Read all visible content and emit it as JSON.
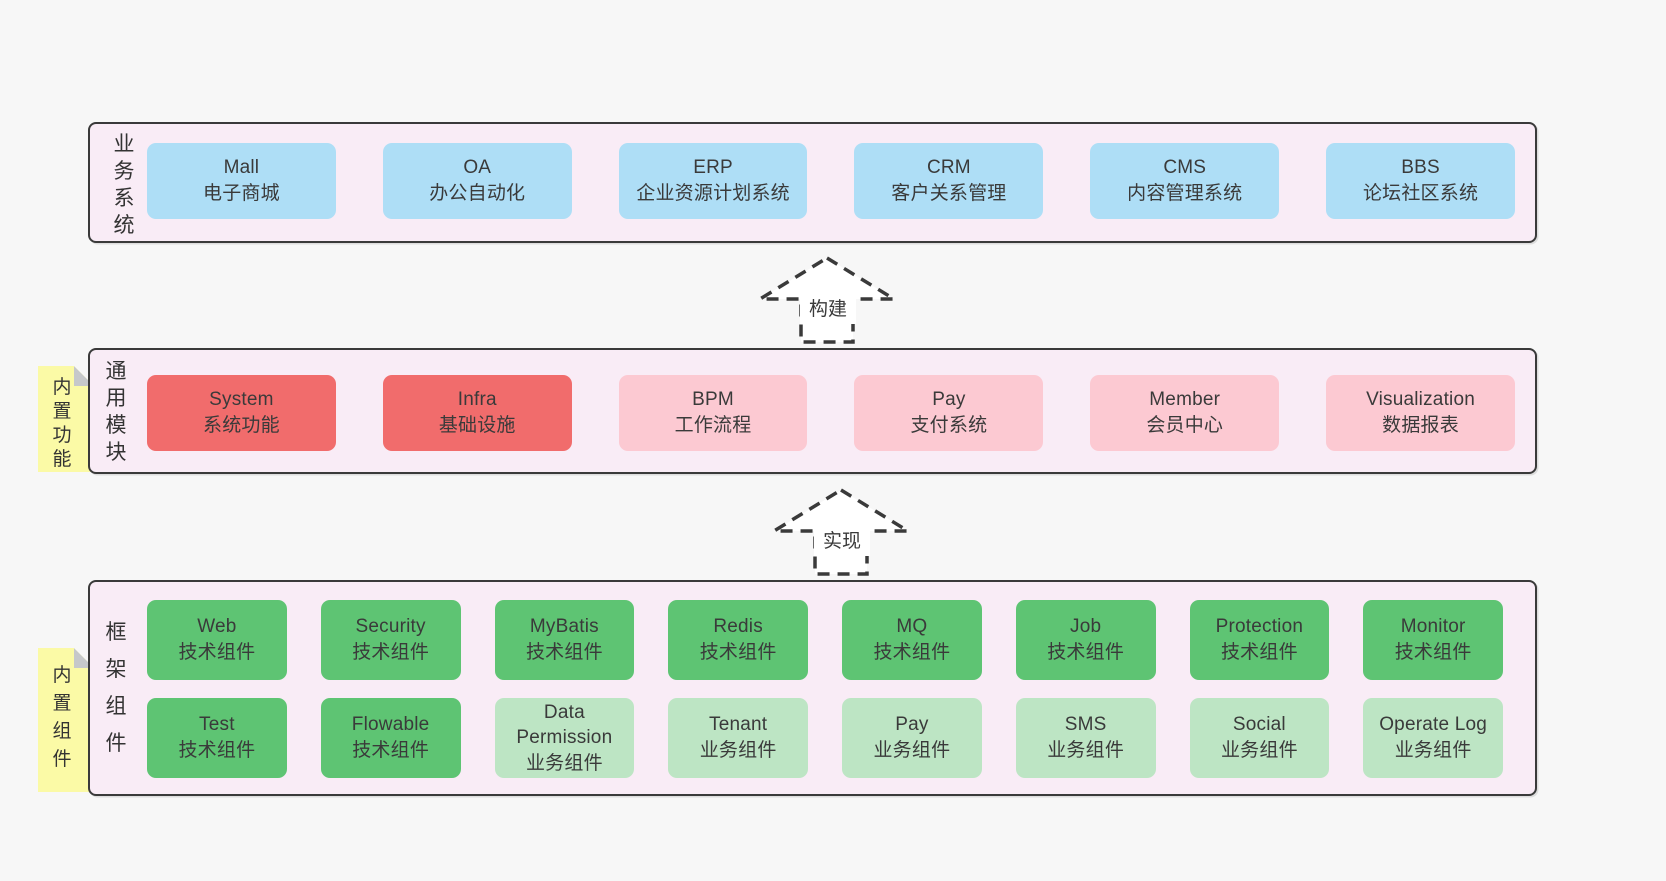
{
  "colors": {
    "page_bg": "#f7f7f7",
    "container_bg": "#f9ecf6",
    "container_border": "#3a3a3a",
    "blue_box": "#aedef6",
    "red_box": "#f16c6c",
    "pink_box": "#fcc9d2",
    "green_box": "#5ec473",
    "light_green_box": "#bde5c4",
    "note_yellow": "#fbfaa6",
    "fold_gray": "#c6c8ca",
    "text": "#3a3a3a"
  },
  "business": {
    "label": "业务系统",
    "boxes": [
      {
        "en": "Mall",
        "zh": "电子商城",
        "variant": "blue"
      },
      {
        "en": "OA",
        "zh": "办公自动化",
        "variant": "blue"
      },
      {
        "en": "ERP",
        "zh": "企业资源计划系统",
        "variant": "blue"
      },
      {
        "en": "CRM",
        "zh": "客户关系管理",
        "variant": "blue"
      },
      {
        "en": "CMS",
        "zh": "内容管理系统",
        "variant": "blue"
      },
      {
        "en": "BBS",
        "zh": "论坛社区系统",
        "variant": "blue"
      }
    ]
  },
  "arrow_build": {
    "label": "构建"
  },
  "modules": {
    "note": "内置功能",
    "label": "通用模块",
    "boxes": [
      {
        "en": "System",
        "zh": "系统功能",
        "variant": "red"
      },
      {
        "en": "Infra",
        "zh": "基础设施",
        "variant": "red"
      },
      {
        "en": "BPM",
        "zh": "工作流程",
        "variant": "pink"
      },
      {
        "en": "Pay",
        "zh": "支付系统",
        "variant": "pink"
      },
      {
        "en": "Member",
        "zh": "会员中心",
        "variant": "pink"
      },
      {
        "en": "Visualization",
        "zh": "数据报表",
        "variant": "pink"
      }
    ]
  },
  "arrow_implement": {
    "label": "实现"
  },
  "components": {
    "note": "内置组件",
    "label": "框架组件",
    "row1": [
      {
        "en": "Web",
        "zh": "技术组件",
        "variant": "green"
      },
      {
        "en": "Security",
        "zh": "技术组件",
        "variant": "green"
      },
      {
        "en": "MyBatis",
        "zh": "技术组件",
        "variant": "green"
      },
      {
        "en": "Redis",
        "zh": "技术组件",
        "variant": "green"
      },
      {
        "en": "MQ",
        "zh": "技术组件",
        "variant": "green"
      },
      {
        "en": "Job",
        "zh": "技术组件",
        "variant": "green"
      },
      {
        "en": "Protection",
        "zh": "技术组件",
        "variant": "green"
      },
      {
        "en": "Monitor",
        "zh": "技术组件",
        "variant": "green"
      }
    ],
    "row2": [
      {
        "en": "Test",
        "zh": "技术组件",
        "variant": "green"
      },
      {
        "en": "Flowable",
        "zh": "技术组件",
        "variant": "green"
      },
      {
        "en": "Data Permission",
        "zh": "业务组件",
        "variant": "lightgreen"
      },
      {
        "en": "Tenant",
        "zh": "业务组件",
        "variant": "lightgreen"
      },
      {
        "en": "Pay",
        "zh": "业务组件",
        "variant": "lightgreen"
      },
      {
        "en": "SMS",
        "zh": "业务组件",
        "variant": "lightgreen"
      },
      {
        "en": "Social",
        "zh": "业务组件",
        "variant": "lightgreen"
      },
      {
        "en": "Operate Log",
        "zh": "业务组件",
        "variant": "lightgreen"
      }
    ]
  }
}
